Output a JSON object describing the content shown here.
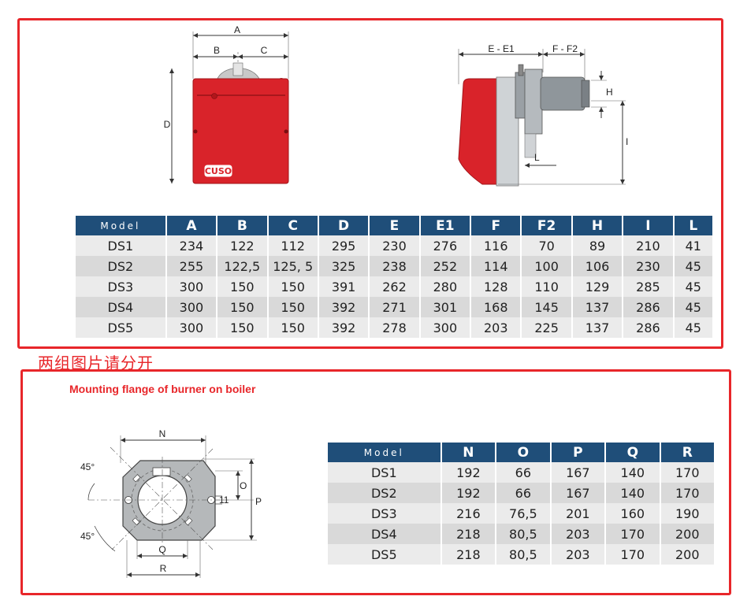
{
  "note": "两组图片请分开",
  "flange_title": "Mounting flange of burner on boiler",
  "logo": "CUSO",
  "burner_front_labels": {
    "a": "A",
    "b": "B",
    "c": "C",
    "d": "D"
  },
  "burner_side_labels": {
    "e": "E - E1",
    "f": "F - F2",
    "h": "H",
    "i": "I",
    "l": "L"
  },
  "flange_labels": {
    "n": "N",
    "o": "O",
    "p": "P",
    "q": "Q",
    "r": "R",
    "eleven": "11",
    "angle1": "45°",
    "angle2": "45°"
  },
  "burner_table": {
    "headers": [
      "Model",
      "A",
      "B",
      "C",
      "D",
      "E",
      "E1",
      "F",
      "F2",
      "H",
      "I",
      "L"
    ],
    "rows": [
      [
        "DS1",
        "234",
        "122",
        "112",
        "295",
        "230",
        "276",
        "116",
        "70",
        "89",
        "210",
        "41"
      ],
      [
        "DS2",
        "255",
        "122,5",
        "125, 5",
        "325",
        "238",
        "252",
        "114",
        "100",
        "106",
        "230",
        "45"
      ],
      [
        "DS3",
        "300",
        "150",
        "150",
        "391",
        "262",
        "280",
        "128",
        "110",
        "129",
        "285",
        "45"
      ],
      [
        "DS4",
        "300",
        "150",
        "150",
        "392",
        "271",
        "301",
        "168",
        "145",
        "137",
        "286",
        "45"
      ],
      [
        "DS5",
        "300",
        "150",
        "150",
        "392",
        "278",
        "300",
        "203",
        "225",
        "137",
        "286",
        "45"
      ]
    ]
  },
  "flange_table": {
    "headers": [
      "Model",
      "N",
      "O",
      "P",
      "Q",
      "R"
    ],
    "rows": [
      [
        "DS1",
        "192",
        "66",
        "167",
        "140",
        "170"
      ],
      [
        "DS2",
        "192",
        "66",
        "167",
        "140",
        "170"
      ],
      [
        "DS3",
        "216",
        "76,5",
        "201",
        "160",
        "190"
      ],
      [
        "DS4",
        "218",
        "80,5",
        "203",
        "170",
        "200"
      ],
      [
        "DS5",
        "218",
        "80,5",
        "203",
        "170",
        "200"
      ]
    ]
  },
  "colors": {
    "frame": "#e8262a",
    "header": "#1f4e79",
    "burner_red": "#d9232a",
    "row_light": "#ebebeb",
    "row_dark": "#d9d9d9"
  }
}
